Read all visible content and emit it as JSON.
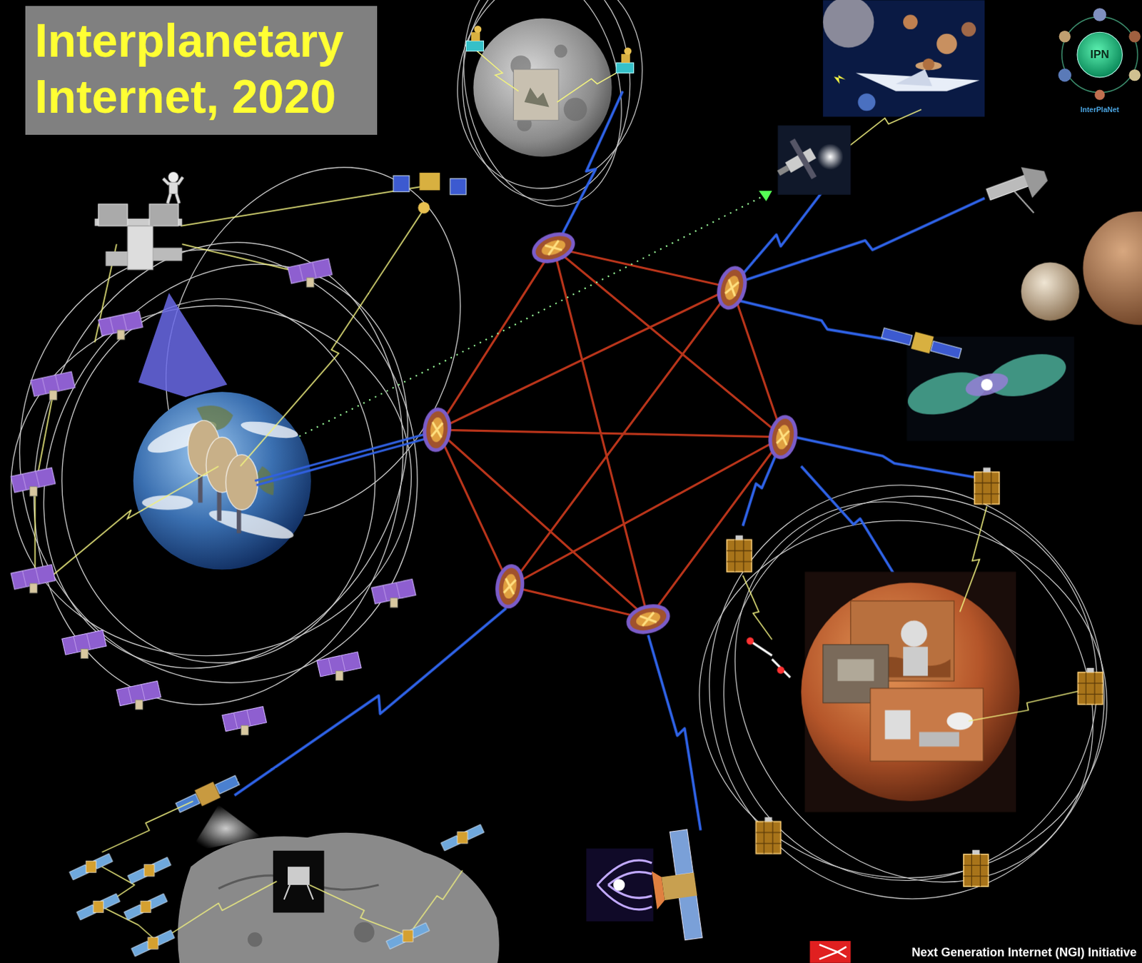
{
  "diagram": {
    "title": "Interplanetary Internet, 2020",
    "labels": [
      "IPN",
      "InterPlaNet",
      "Next Generation Internet (NGI) Initiative"
    ]
  }
}
